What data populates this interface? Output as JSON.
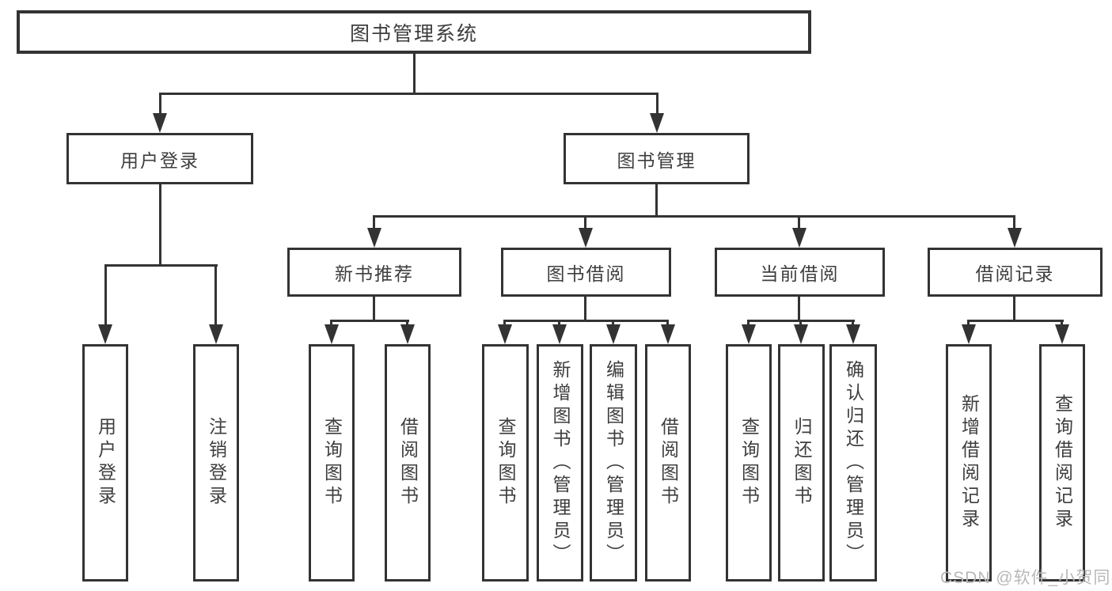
{
  "diagram": {
    "title": "图书管理系统",
    "type": "hierarchy-tree",
    "nodes": {
      "root": "图书管理系统",
      "userLogin": "用户登录",
      "bookMgmt": "图书管理",
      "loginLeaf": "用户登录",
      "logoutLeaf": "注销登录",
      "newBookRec": "新书推荐",
      "bookBorrow": "图书借阅",
      "currentBorrow": "当前借阅",
      "borrowRecord": "借阅记录",
      "nbrQuery": "查询图书",
      "nbrBorrow": "借阅图书",
      "bbQuery": "查询图书",
      "bbAdd": "新增图书（管理员）",
      "bbEdit": "编辑图书（管理员）",
      "bbBorrow": "借阅图书",
      "cbQuery": "查询图书",
      "cbReturn": "归还图书",
      "cbConfirm": "确认归还（管理员）",
      "brAdd": "新增借阅记录",
      "brQuery": "查询借阅记录"
    },
    "hierarchy": {
      "图书管理系统": {
        "用户登录": [
          "用户登录",
          "注销登录"
        ],
        "图书管理": {
          "新书推荐": [
            "查询图书",
            "借阅图书"
          ],
          "图书借阅": [
            "查询图书",
            "新增图书（管理员）",
            "编辑图书（管理员）",
            "借阅图书"
          ],
          "当前借阅": [
            "查询图书",
            "归还图书",
            "确认归还（管理员）"
          ],
          "借阅记录": [
            "新增借阅记录",
            "查询借阅记录"
          ]
        }
      }
    },
    "colors": {
      "line": "#333333",
      "text": "#3e3e3e",
      "background": "#ffffff",
      "watermark": "#b8b8b8"
    }
  },
  "watermark": "CSDN @软件_小贺同学"
}
